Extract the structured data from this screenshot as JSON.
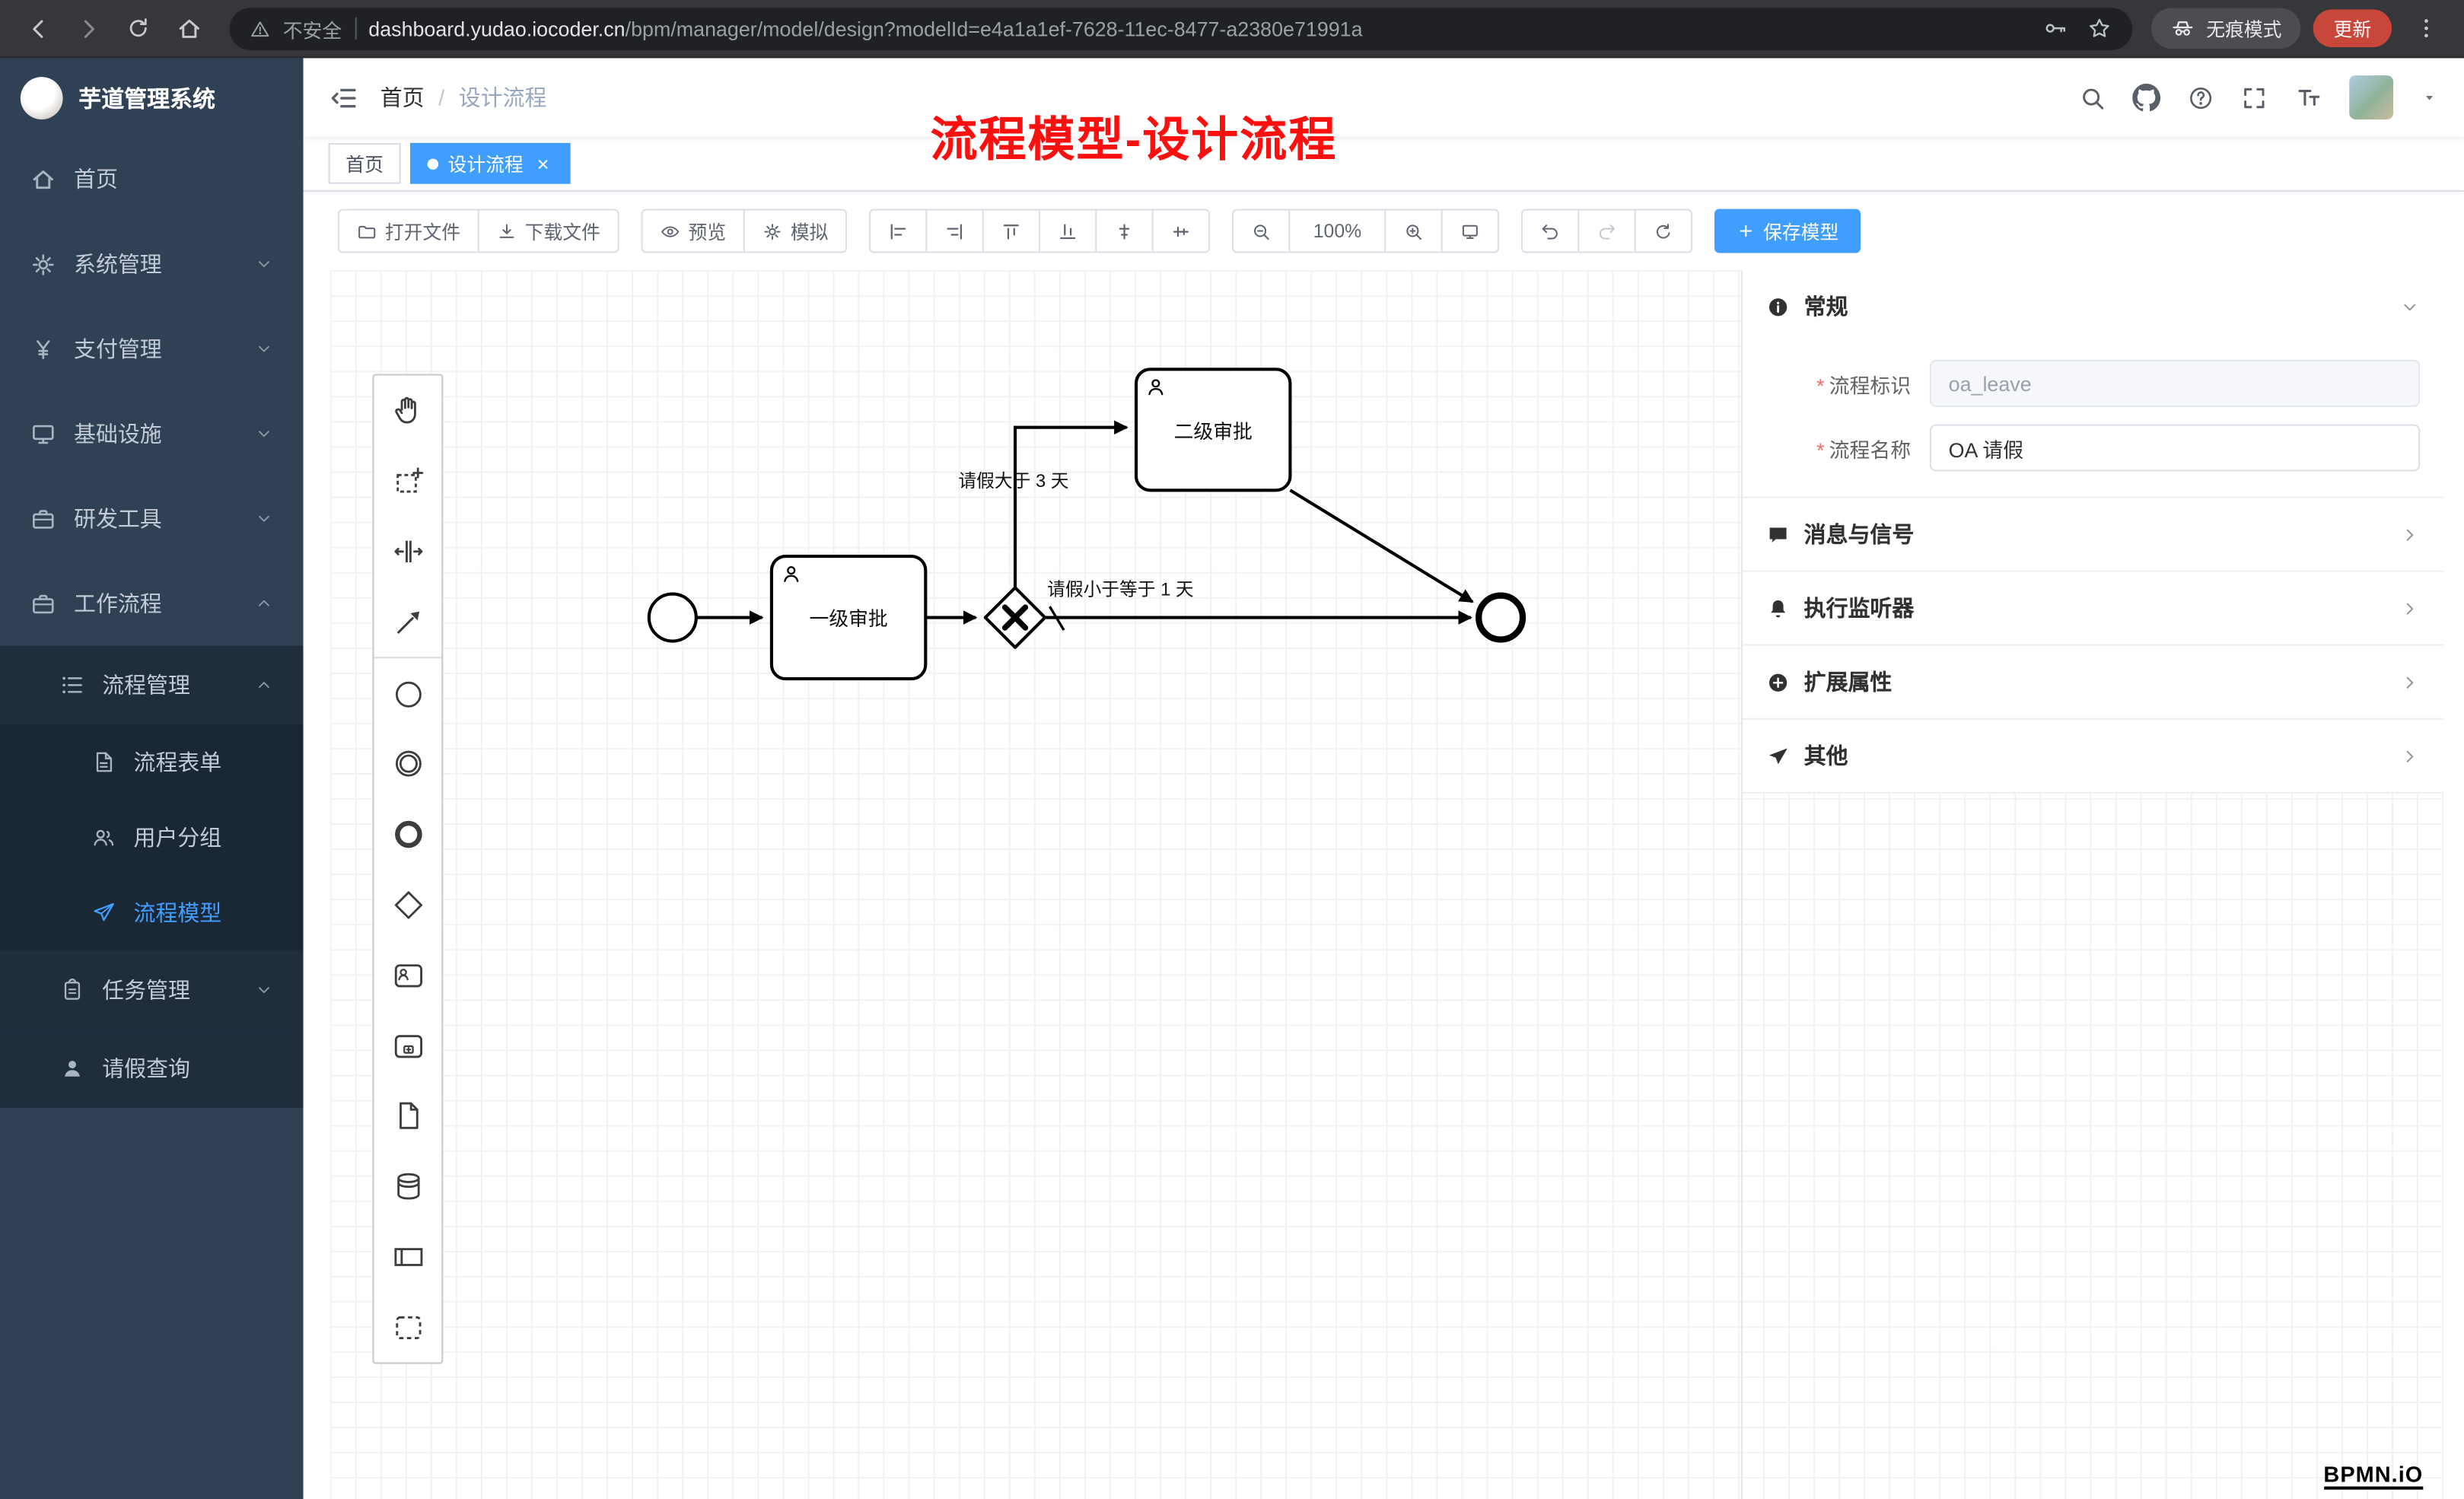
{
  "browser": {
    "security_label": "不安全",
    "url_host": "dashboard.yudao.iocoder.cn",
    "url_path": "/bpm/manager/model/design?modelId=e4a1a1ef-7628-11ec-8477-a2380e71991a",
    "incognito_label": "无痕模式",
    "update_label": "更新"
  },
  "sidebar": {
    "app_title": "芋道管理系统",
    "items": [
      {
        "label": "首页",
        "icon": "home-icon"
      },
      {
        "label": "系统管理",
        "icon": "gear-icon"
      },
      {
        "label": "支付管理",
        "icon": "yen-icon"
      },
      {
        "label": "基础设施",
        "icon": "monitor-icon"
      },
      {
        "label": "研发工具",
        "icon": "briefcase-icon"
      },
      {
        "label": "工作流程",
        "icon": "briefcase-icon"
      },
      {
        "label": "流程管理",
        "icon": "list-icon"
      },
      {
        "label": "流程表单",
        "icon": "document-icon"
      },
      {
        "label": "用户分组",
        "icon": "users-icon"
      },
      {
        "label": "流程模型",
        "icon": "paper-plane-icon"
      },
      {
        "label": "任务管理",
        "icon": "clipboard-icon"
      },
      {
        "label": "请假查询",
        "icon": "user-icon"
      }
    ]
  },
  "navbar": {
    "breadcrumb_root": "首页",
    "breadcrumb_current": "设计流程"
  },
  "annotation": {
    "text": "流程模型-设计流程",
    "color": "#ff0000"
  },
  "tabs": [
    {
      "label": "首页",
      "active": false
    },
    {
      "label": "设计流程",
      "active": true
    }
  ],
  "toolbar": {
    "open_file": "打开文件",
    "download_file": "下载文件",
    "preview": "预览",
    "simulate": "模拟",
    "zoom_level": "100%",
    "save_model": "保存模型"
  },
  "palette": {
    "tools": [
      "hand-tool",
      "lasso-tool",
      "space-tool",
      "global-connect-tool"
    ],
    "elements": [
      "start-event",
      "intermediate-event",
      "end-event",
      "exclusive-gateway",
      "user-task",
      "subprocess",
      "data-object",
      "data-store",
      "participant-pool",
      "group"
    ]
  },
  "diagram": {
    "tasks": [
      "一级审批",
      "二级审批"
    ],
    "conditions": {
      "greater": "请假大于 3 天",
      "less_equal": "请假小于等于 1 天"
    }
  },
  "panel": {
    "sections": {
      "general": "常规",
      "message_signal": "消息与信号",
      "execution_listener": "执行监听器",
      "extension_attrs": "扩展属性",
      "other": "其他"
    },
    "fields": {
      "process_key_label": "流程标识",
      "process_key_value": "oa_leave",
      "process_name_label": "流程名称",
      "process_name_value": "OA 请假"
    }
  },
  "watermark": "BPMN.iO",
  "colors": {
    "accent": "#409eff",
    "sidebar_bg": "#304156",
    "submenu_bg": "#1f2d3d",
    "annotation": "#ff0000",
    "update_button": "#c9473a"
  }
}
